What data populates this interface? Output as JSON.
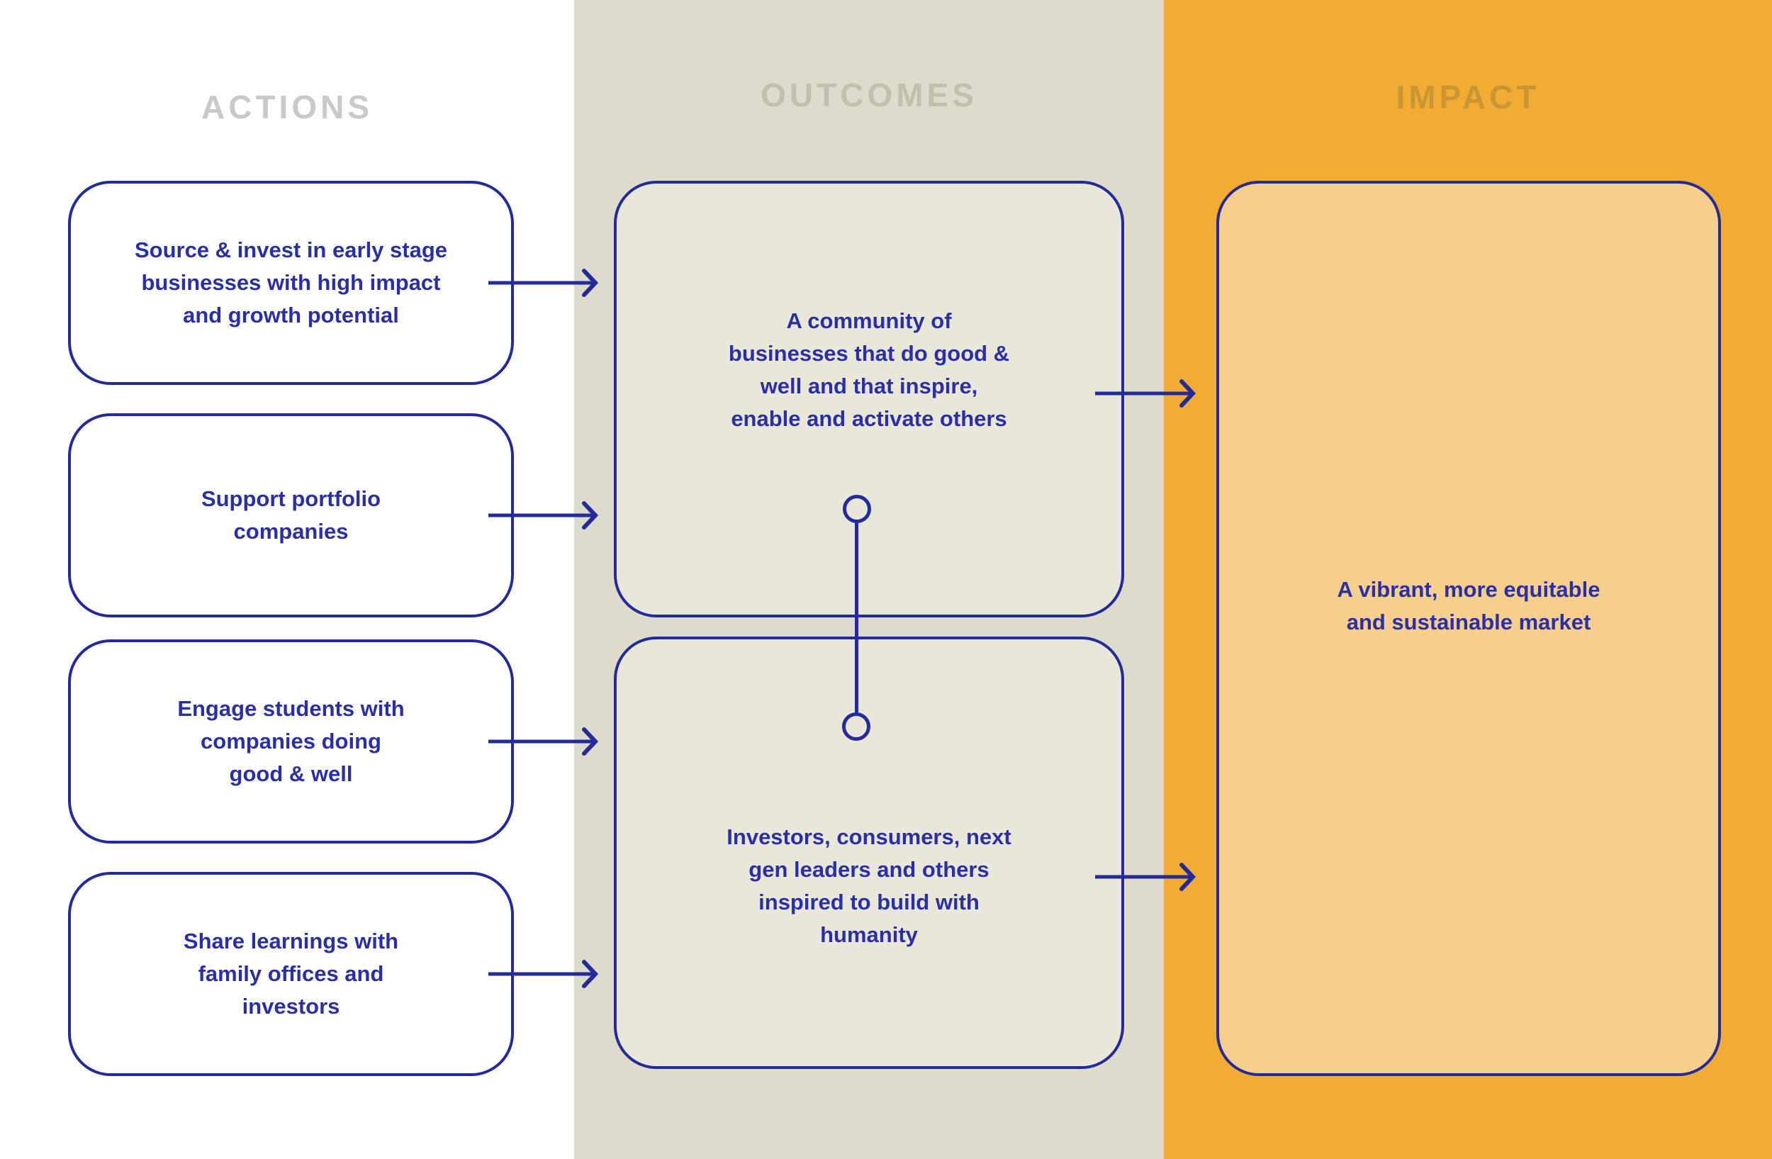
{
  "headers": {
    "actions": "ACTIONS",
    "outcomes": "OUTCOMES",
    "impact": "IMPACT"
  },
  "actions": {
    "boxes": [
      {
        "text": "Source & invest in early stage\nbusinesses with high impact\nand growth potential"
      },
      {
        "text": "Support portfolio\ncompanies"
      },
      {
        "text": "Engage students with\ncompanies doing\ngood & well"
      },
      {
        "text": "Share learnings with\nfamily offices and\ninvestors"
      }
    ]
  },
  "outcomes": {
    "boxes": [
      {
        "text": "A community of\nbusinesses that do good &\nwell and that inspire,\nenable and activate others"
      },
      {
        "text": "Investors, consumers, next\ngen leaders and others\ninspired to build with\nhumanity"
      }
    ]
  },
  "impact": {
    "text": "A vibrant, more equitable\nand sustainable market"
  },
  "colors": {
    "navy": "#232a9c",
    "text_navy": "#2a2fa6",
    "actions_bg": "#ffffff",
    "outcomes_bg": "#dedbcc",
    "outcomes_box_bg": "#e9e7da",
    "impact_bg": "#f2ac33",
    "impact_box_bg": "#f7cf8c",
    "actions_header": "#c9c9c9",
    "outcomes_header": "#c2bfae",
    "impact_header": "#ca9634"
  }
}
